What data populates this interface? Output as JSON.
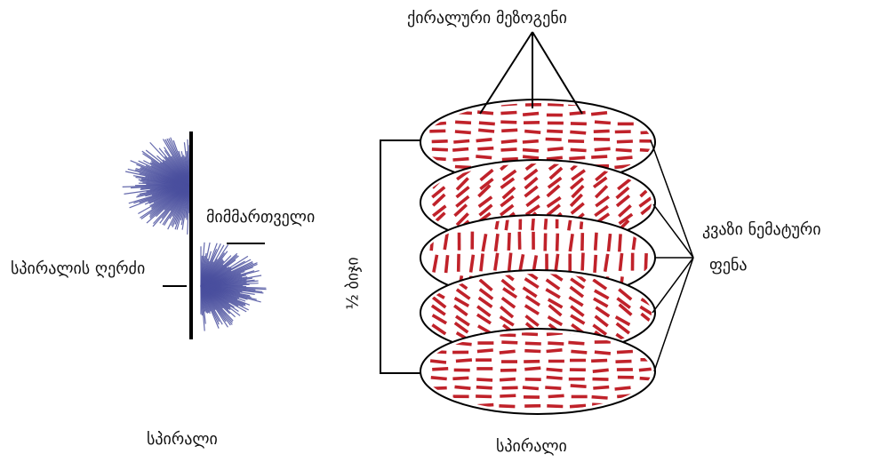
{
  "labels": {
    "chiral_molecules": "ქირალური მეზოგენი",
    "quasi_nematic_line1": "კვაზი ნემატური",
    "quasi_nematic_line2": "ფენა",
    "director": "მიმმართველი",
    "helix_axis": "სპირალის ღერძი",
    "half_pitch": "½ ბიჯი",
    "caption_left": "სპირალი",
    "caption_right": "სპირალი"
  },
  "colors": {
    "rod": "#c0222a",
    "spike": "#4a4f9e",
    "line": "#000000"
  }
}
